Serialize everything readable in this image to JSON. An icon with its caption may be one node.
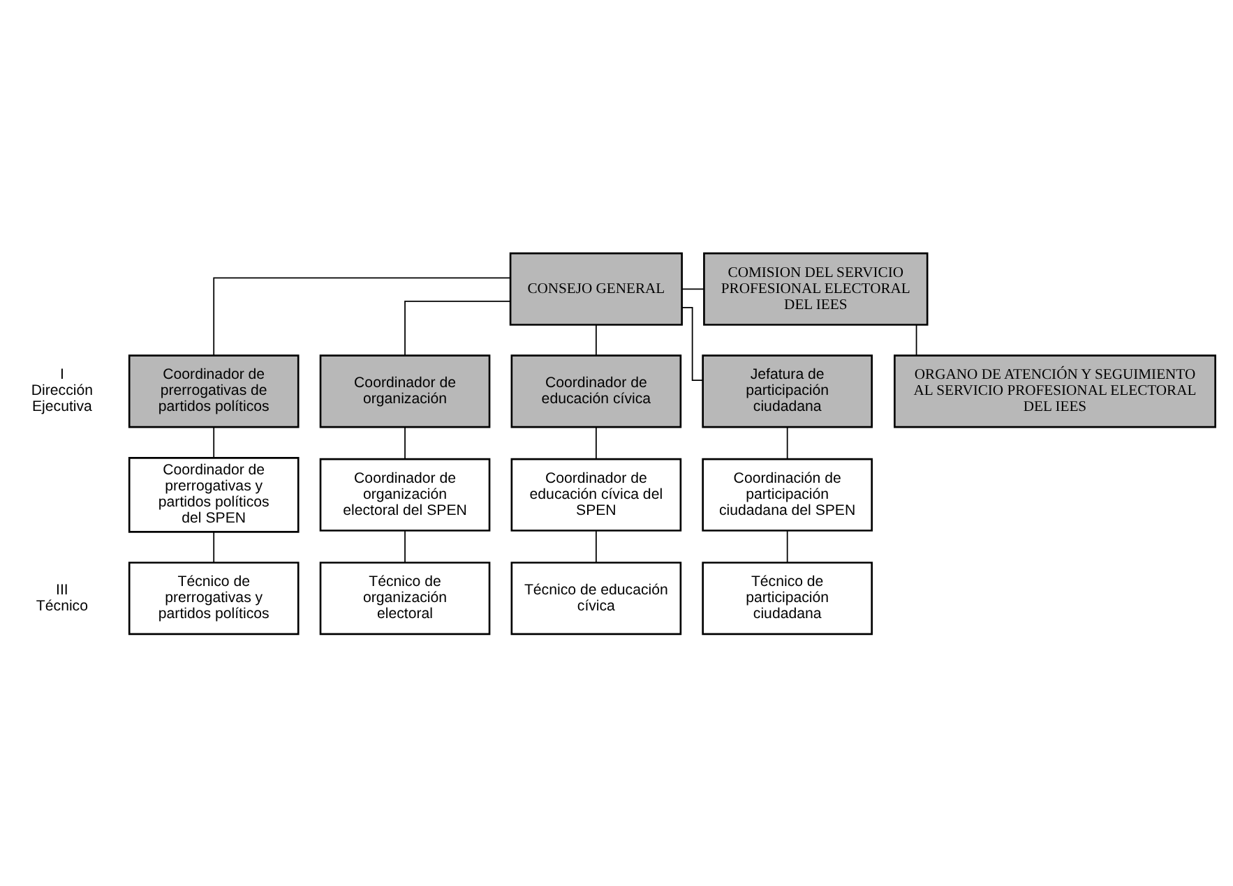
{
  "diagram": {
    "nodes": [
      {
        "text": [
          "CONSEJO GENERAL"
        ]
      },
      {
        "text": [
          "COMISION DEL SERVICIO PROFESIONAL ELECTORAL DEL IEES"
        ]
      },
      {
        "text": [
          "ORGANO DE ATENCIÓN Y SEGUIMIENTO AL SERVICIO PROFESIONAL ELECTORAL DEL IEES"
        ]
      },
      {
        "text": [
          "Coordinador de prerrogativas de partidos políticos"
        ]
      },
      {
        "text": [
          "Coordinador de organización"
        ]
      },
      {
        "text": [
          "Coordinador de educación cívica"
        ]
      },
      {
        "text": [
          "Jefatura de participación ciudadana"
        ]
      },
      {
        "text": [
          "Coordinador de prerrogativas y partidos políticos del SPEN"
        ]
      },
      {
        "text": [
          "Coordinador de organización electoral del SPEN"
        ]
      },
      {
        "text": [
          "Coordinador de educación cívica del SPEN"
        ]
      },
      {
        "text": [
          "Coordinación de participación ciudadana del SPEN"
        ]
      },
      {
        "text": [
          "Técnico de prerrogativas y partidos políticos"
        ]
      },
      {
        "text": [
          "Técnico de organización electoral"
        ]
      },
      {
        "text": [
          "Técnico de educación cívica"
        ]
      },
      {
        "text": [
          "Técnico de participación ciudadana"
        ]
      }
    ],
    "edges": [
      {
        "from": 0,
        "to": 1,
        "arrow": "none"
      },
      {
        "from": 1,
        "to": 2,
        "arrow": "none"
      },
      {
        "from": 0,
        "to": 3,
        "arrow": "none"
      },
      {
        "from": 0,
        "to": 4,
        "arrow": "none"
      },
      {
        "from": 0,
        "to": 5,
        "arrow": "none"
      },
      {
        "from": 0,
        "to": 6,
        "arrow": "none"
      },
      {
        "from": 3,
        "to": 7,
        "arrow": "none"
      },
      {
        "from": 4,
        "to": 8,
        "arrow": "none"
      },
      {
        "from": 5,
        "to": 9,
        "arrow": "none"
      },
      {
        "from": 6,
        "to": 10,
        "arrow": "none"
      },
      {
        "from": 7,
        "to": 11,
        "arrow": "none"
      },
      {
        "from": 8,
        "to": 12,
        "arrow": "none"
      },
      {
        "from": 9,
        "to": 13,
        "arrow": "none"
      },
      {
        "from": 10,
        "to": 14,
        "arrow": "none"
      }
    ],
    "labels": [
      "I Dirección Ejecutiva",
      "III Técnico"
    ]
  }
}
